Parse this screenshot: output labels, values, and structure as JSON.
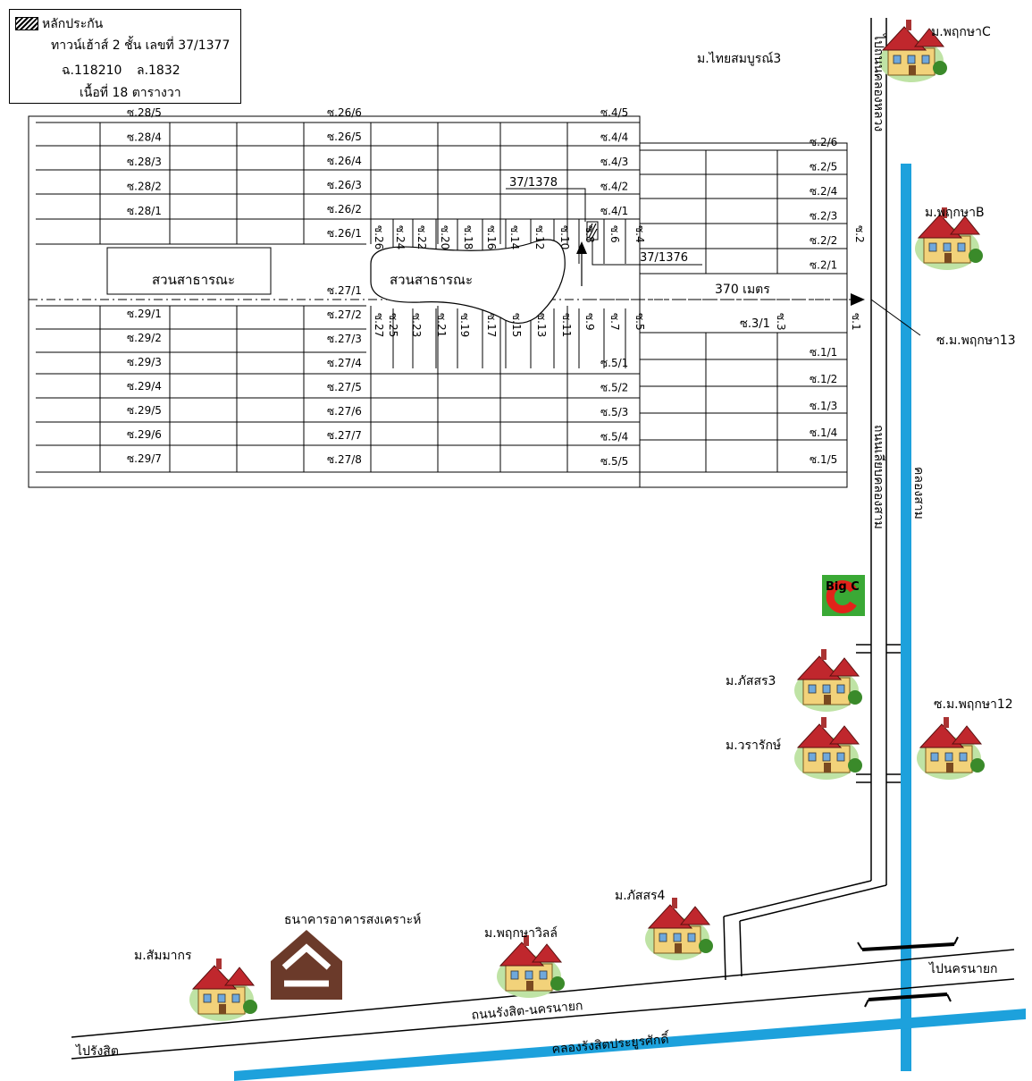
{
  "legend": {
    "title": "หลักประกัน",
    "line1": "ทาวน์เฮ้าส์ 2 ชั้น  เลขที่ 37/1377",
    "deed": "ฉ.118210",
    "land_no": "ล.1832",
    "area": "เนื้อที่ 18 ตารางวา"
  },
  "roads": {
    "top_road": "ไปถนนคลองหลวง",
    "klong_sam_road": "ถนนเลียบคลองสาม",
    "main_road": "ถนนรังสิต-นครนายก",
    "to_rangsit": "ไปรังสิต",
    "to_nakhon_nayok": "ไปนครนายก"
  },
  "canals": {
    "klong_sam": "คลองสาม",
    "rangsit_canal": "คลองรังสิตประยูรศักดิ์"
  },
  "parks": [
    "สวนสาธารณะ",
    "สวนสาธารณะ"
  ],
  "distance": "370 เมตร",
  "houses": {
    "subject": "37/1377",
    "left_neighbor": "37/1378",
    "right_neighbor": "37/1376"
  },
  "sois_left_top": [
    "ซ.28/5",
    "ซ.28/4",
    "ซ.28/3",
    "ซ.28/2",
    "ซ.28/1"
  ],
  "sois_mid_top": [
    "ซ.26/6",
    "ซ.26/5",
    "ซ.26/4",
    "ซ.26/3",
    "ซ.26/2",
    "ซ.26/1"
  ],
  "sois_right_top": [
    "ซ.4/5",
    "ซ.4/4",
    "ซ.4/3",
    "ซ.4/2",
    "ซ.4/1"
  ],
  "sois_far_right_top": [
    "ซ.2/6",
    "ซ.2/5",
    "ซ.2/4",
    "ซ.2/3",
    "ซ.2/2",
    "ซ.2/1"
  ],
  "sois_left_bottom": [
    "ซ.29/1",
    "ซ.29/2",
    "ซ.29/3",
    "ซ.29/4",
    "ซ.29/5",
    "ซ.29/6",
    "ซ.29/7"
  ],
  "sois_mid_bottom": [
    "ซ.27/1",
    "ซ.27/2",
    "ซ.27/3",
    "ซ.27/4",
    "ซ.27/5",
    "ซ.27/6",
    "ซ.27/7",
    "ซ.27/8"
  ],
  "sois_right_bottom": [
    "ซ.5/1",
    "ซ.5/2",
    "ซ.5/3",
    "ซ.5/4",
    "ซ.5/5"
  ],
  "sois_far_right_bottom": [
    "ซ.1/1",
    "ซ.1/2",
    "ซ.1/3",
    "ซ.1/4",
    "ซ.1/5"
  ],
  "vertical_sois_top": [
    "ซ.26",
    "ซ.24",
    "ซ.22",
    "ซ.20",
    "ซ.18",
    "ซ.16",
    "ซ.14",
    "ซ.12",
    "ซ.10",
    "ซ.8",
    "ซ.6",
    "ซ.4",
    "ซ.2"
  ],
  "vertical_sois_bottom": [
    "ซ.27",
    "ซ.25",
    "ซ.23",
    "ซ.21",
    "ซ.19",
    "ซ.17",
    "ซ.15",
    "ซ.13",
    "ซ.11",
    "ซ.9",
    "ซ.7",
    "ซ.5",
    "ซ.3",
    "ซ.1"
  ],
  "soi_3_1": "ซ.3/1",
  "landmarks": {
    "pruksa_c": "ม.พฤกษาC",
    "thaisomboon3": "ม.ไทยสมบูรณ์3",
    "pruksa_b": "ม.พฤกษาB",
    "soi_pruksa13": "ซ.ม.พฤกษา13",
    "phatsorn3": "ม.ภัสสร3",
    "soi_pruksa12": "ซ.ม.พฤกษา12",
    "wararak": "ม.วรารักษ์",
    "phatsorn4": "ม.ภัสสร4",
    "pruksa_ville": "ม.พฤกษาวิลล์",
    "sammakorn": "ม.สัมมากร",
    "gh_bank": "ธนาคารอาคารสงเคราะห์",
    "big_c": "Big C"
  },
  "colors": {
    "canal": "#1da1dc",
    "house_roof": "#c0272d",
    "house_wall": "#f2d27a",
    "gh_logo": "#6b3a2a",
    "big_c_green": "#3aa935",
    "big_c_red": "#e2231a",
    "road_line": "#000000"
  }
}
